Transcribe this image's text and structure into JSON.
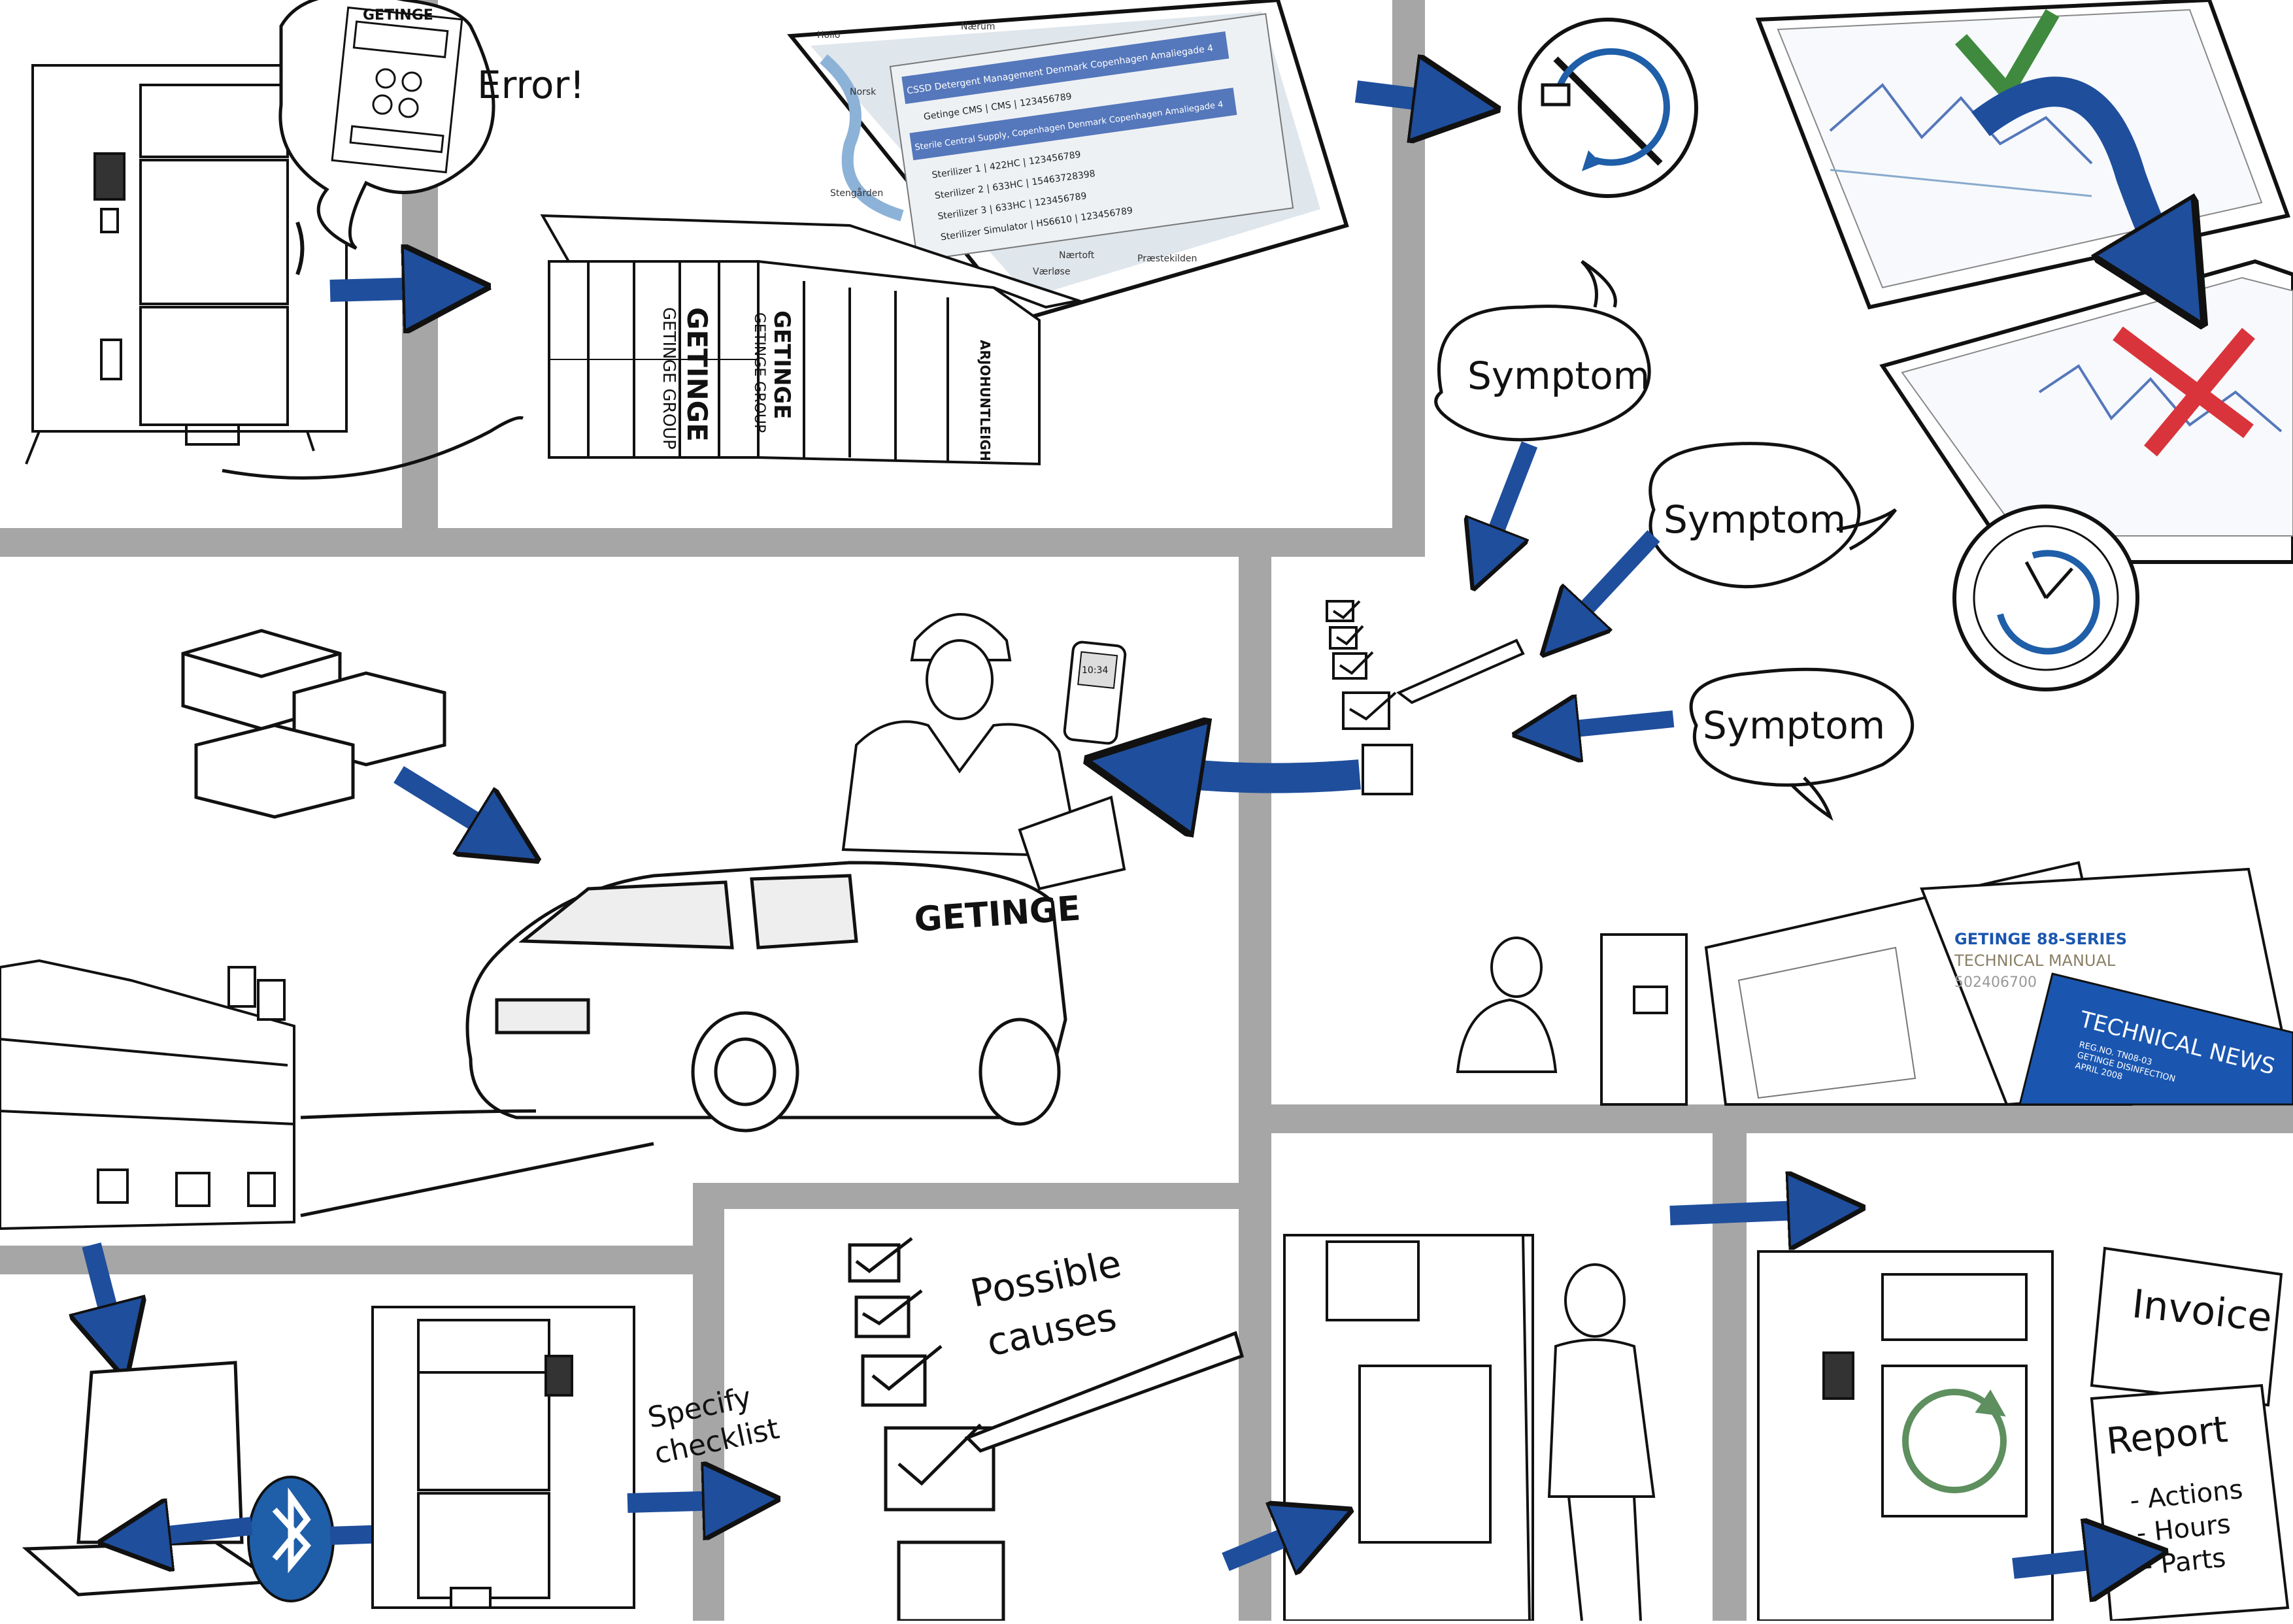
{
  "colors": {
    "arrow_blue": "#1f4e9c",
    "divider_gray": "#a6a6a6",
    "ink": "#111111",
    "check_green": "#3f8a3f",
    "cross_red": "#d9343b",
    "cycle_green": "#5e8f5e",
    "manual_blue": "#1a56b0"
  },
  "bubbles": {
    "error": "Error!",
    "symptom_1": "Symptom",
    "symptom_2": "Symptom",
    "symptom_3": "Symptom"
  },
  "device_screen": {
    "brand": "GETINGE"
  },
  "map_popup": {
    "items": [
      "CSSD Detergent Management Denmark Copenhagen Amaliegade 4",
      "Getinge CMS | CMS | 123456789",
      "Sterile Central Supply, Copenhagen Denmark Copenhagen Amaliegade 4",
      "Sterilizer 1 | 422HC | 123456789",
      "Sterilizer 2 | 633HC | 15463728398",
      "Sterilizer 3 | 633HC | 123456789",
      "Sterilizer Simulator | HS6610 | 123456789"
    ],
    "map_labels": [
      "Hollo",
      "Nærum",
      "Norsk",
      "Stengården",
      "Værløse",
      "Nærtoft",
      "Præstekilden"
    ]
  },
  "building_signs": {
    "vertical_1": "GETINGE",
    "vertical_1_sub": "GETINGE GROUP",
    "vertical_2": "GETINGE",
    "vertical_2_sub": "GETINGE GROUP",
    "roof": "ARJOHUNTLEIGH"
  },
  "van": {
    "brand": "GETINGE"
  },
  "phone": {
    "time": "10:34"
  },
  "manuals": {
    "series": "GETINGE 88-SERIES",
    "manual_title": "TECHNICAL MANUAL",
    "manual_number": "502406700",
    "news_title": "TECHNICAL NEWS",
    "news_lines": [
      "REG.NO. TN08-03",
      "GETINGE DISINFECTION",
      "APRIL 2008"
    ]
  },
  "handwritten": {
    "specify_line1": "Specify",
    "specify_line2": "checklist",
    "possible_line1": "Possible",
    "possible_line2": "causes",
    "invoice": "Invoice",
    "report": "Report",
    "report_items": [
      "- Actions",
      "- Hours",
      "- Parts"
    ]
  }
}
